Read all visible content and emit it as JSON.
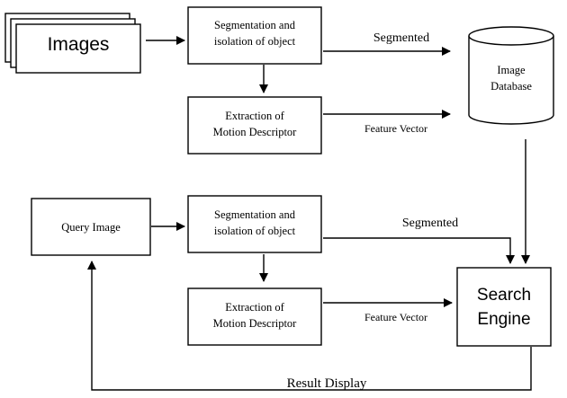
{
  "nodes": {
    "images": "Images",
    "seg_top": [
      "Segmentation and",
      "isolation of object"
    ],
    "ext_top": [
      "Extraction of",
      "Motion Descriptor"
    ],
    "database": [
      "Image",
      "Database"
    ],
    "query_image": "Query Image",
    "seg_bottom": [
      "Segmentation and",
      "isolation of object"
    ],
    "ext_bottom": [
      "Extraction of",
      "Motion Descriptor"
    ],
    "search_engine": [
      "Search",
      "Engine"
    ]
  },
  "edge_labels": {
    "segmented_top": "Segmented",
    "feature_vector_top": "Feature Vector",
    "segmented_bottom": "Segmented",
    "feature_vector_bottom": "Feature Vector",
    "result_display": "Result Display"
  }
}
